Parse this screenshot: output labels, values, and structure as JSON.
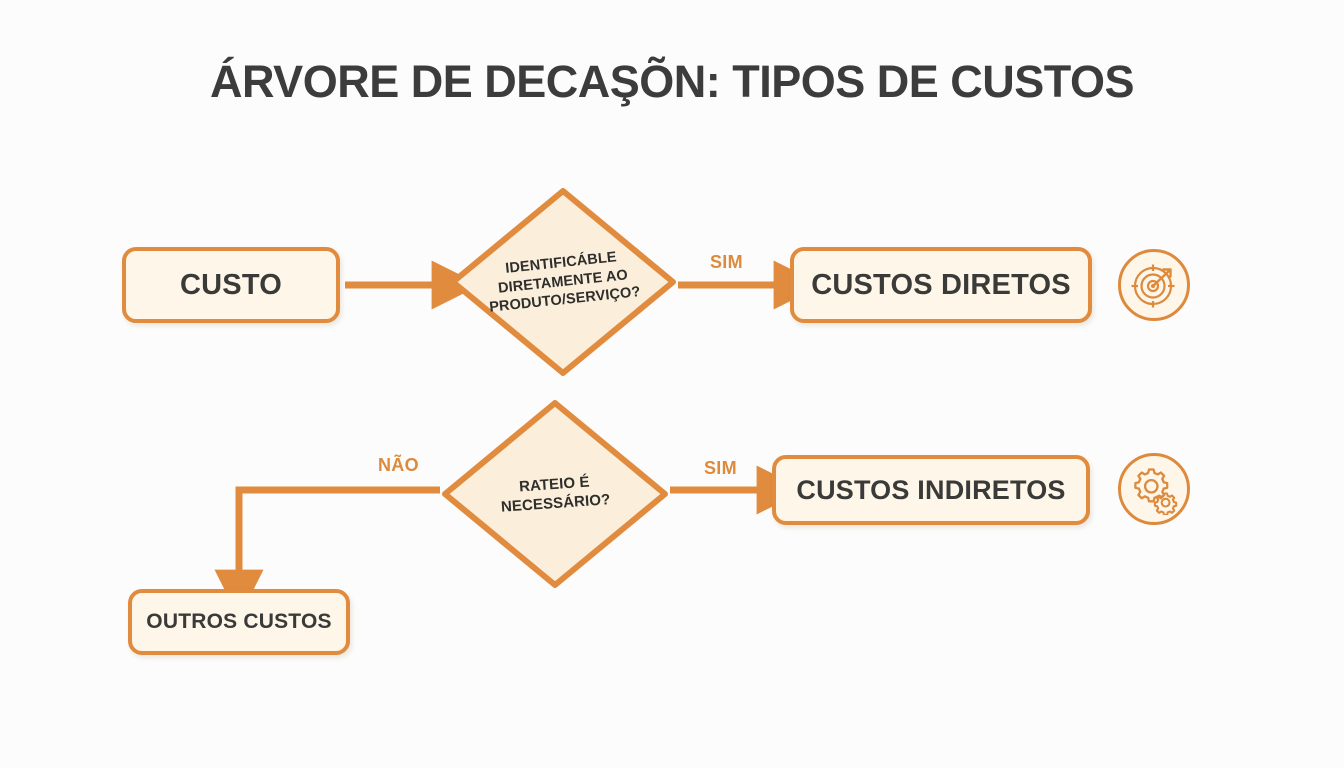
{
  "title": "ÁRVORE DE DECAŞÕN: TIPOS DE CUSTOS",
  "theme": {
    "background": "#FCFCFC",
    "accent_orange": "#E08B3E",
    "label_orange": "#DD8A3C",
    "node_fill": "#FDF6E9",
    "diamond_fill": "#FBEFDC",
    "text_dark": "#3A3A38",
    "title_color": "#3C3C3C"
  },
  "nodes": {
    "start": {
      "label": "CUSTO"
    },
    "decision_1": {
      "line1": "IDENTIFICÁBLE",
      "line2": "DIRETAMENTE AO",
      "line3": "PRODUTO/SERVIÇO?"
    },
    "decision_2": {
      "line1": "RATEIO É",
      "line2": "NECESSÁRIO?"
    },
    "result_direct": {
      "label": "CUSTOS DIRETOS"
    },
    "result_indirect": {
      "label": "CUSTOS INDIRETOS"
    },
    "result_other": {
      "label": "OUTROS CUSTOS"
    }
  },
  "edges": {
    "sim_1": "SIM",
    "sim_2": "SIM",
    "nao": "NÃO"
  },
  "icons": {
    "direct": "target-icon",
    "indirect": "gears-icon"
  },
  "chart_data": {
    "type": "diagram",
    "title": "ÁRVORE DE DECAŞÕN: TIPOS DE CUSTOS",
    "nodes": [
      {
        "id": "custo",
        "shape": "rounded-rect",
        "text": "CUSTO"
      },
      {
        "id": "d1",
        "shape": "diamond",
        "text": "IDENTIFICÁBLE DIRETAMENTE AO PRODUTO/SERVIÇO?"
      },
      {
        "id": "diretos",
        "shape": "rounded-rect",
        "text": "CUSTOS DIRETOS",
        "icon": "target-icon"
      },
      {
        "id": "d2",
        "shape": "diamond",
        "text": "RATEIO É NECESSÁRIO?"
      },
      {
        "id": "indiretos",
        "shape": "rounded-rect",
        "text": "CUSTOS INDIRETOS",
        "icon": "gears-icon"
      },
      {
        "id": "outros",
        "shape": "rounded-rect",
        "text": "OUTROS CUSTOS"
      }
    ],
    "links": [
      {
        "from": "custo",
        "to": "d1",
        "label": ""
      },
      {
        "from": "d1",
        "to": "diretos",
        "label": "SIM"
      },
      {
        "from": "d2",
        "to": "indiretos",
        "label": "SIM"
      },
      {
        "from": "d2",
        "to": "outros",
        "label": "NÃO"
      }
    ]
  }
}
